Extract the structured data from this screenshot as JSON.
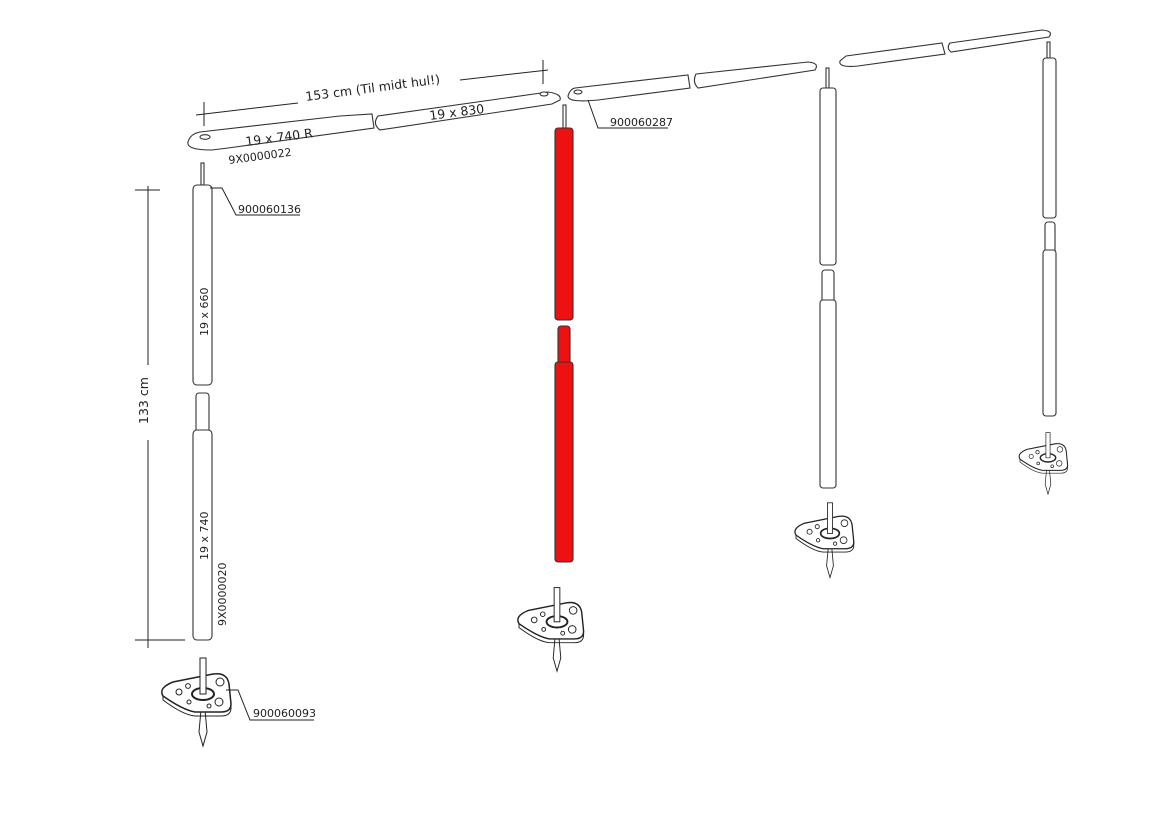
{
  "colors": {
    "highlight": "#ee1111",
    "line": "#333333"
  },
  "dimensions": {
    "width_label": "153 cm (Til midt hul!)",
    "height_label": "133 cm"
  },
  "parts": {
    "roof_left": "19 x 740 R",
    "roof_right": "19 x 830",
    "roof_part_no": "9X0000022",
    "connector_part_no": "900060287",
    "top_pin_part_no": "900060136",
    "upper_leg": "19 x 660",
    "lower_leg": "19 x 740",
    "lower_leg_part_no": "9X0000020",
    "foot_part_no": "900060093"
  }
}
